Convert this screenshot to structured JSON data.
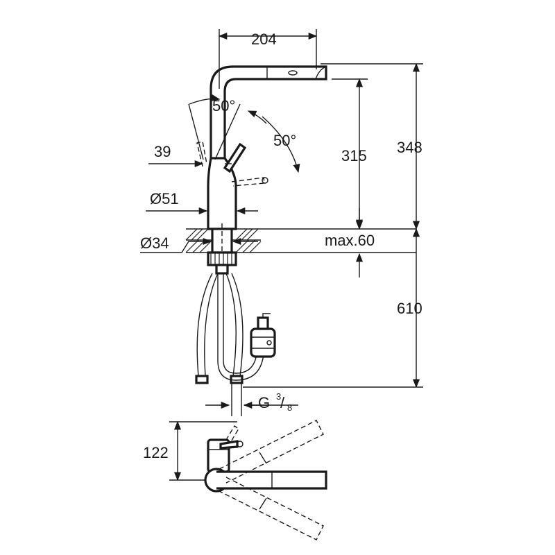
{
  "dimensions": {
    "reach": "204",
    "total_height": "348",
    "spout_height": "315",
    "spray_outlet_width": "39",
    "body_diameter": "Ø51",
    "hole_diameter": "Ø34",
    "max_deck_thickness": "max.60",
    "hose_length": "610",
    "connection_thread_main": "G",
    "connection_thread_num": "3",
    "connection_thread_den": "8",
    "lever_angle_left": "50°",
    "lever_angle_right": "50°",
    "plan_clearance": "122"
  }
}
